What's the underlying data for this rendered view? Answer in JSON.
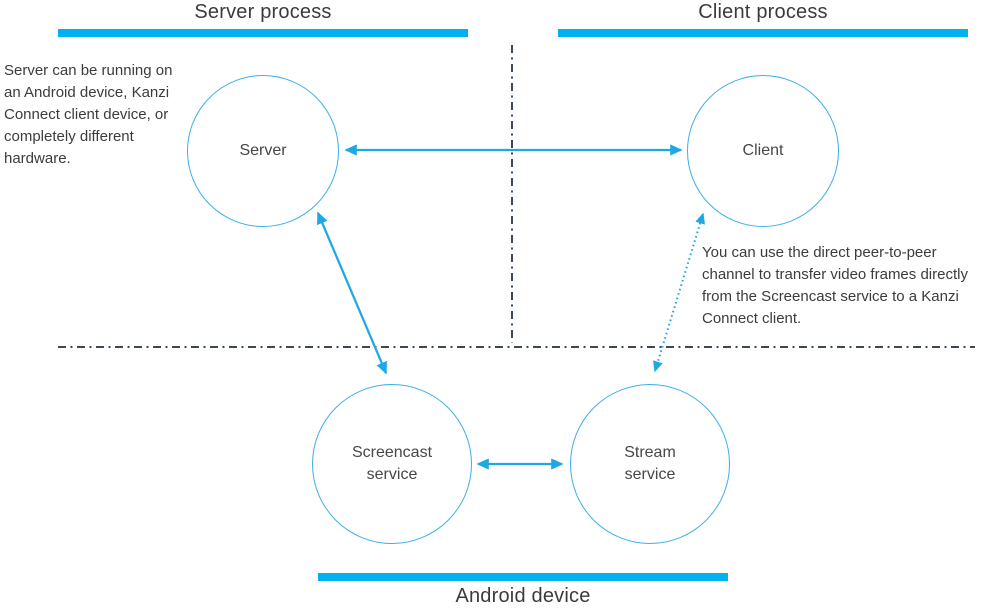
{
  "colors": {
    "bar": "#00b0f0",
    "arrow": "#1ea9e6",
    "circle": "#3bb0e8",
    "divider": "#3d4857",
    "titleText": "#3b3b3b",
    "bodyText": "#3c3c3c",
    "labelText": "#474747"
  },
  "headers": {
    "server_process": "Server process",
    "client_process": "Client process",
    "android_device": "Android device"
  },
  "nodes": {
    "server": {
      "label": "Server"
    },
    "client": {
      "label": "Client"
    },
    "screencast": {
      "line1": "Screencast",
      "line2": "service"
    },
    "stream": {
      "line1": "Stream",
      "line2": "service"
    }
  },
  "annotations": {
    "server_note": {
      "lines": [
        "Server can be running on",
        "an Android device, Kanzi",
        "Connect client device, or",
        "completely different",
        "hardware."
      ]
    },
    "p2p_note": {
      "lines": [
        "You can use the direct peer-to-peer",
        "channel to transfer video frames directly",
        "from the Screencast service to a Kanzi",
        "Connect client."
      ]
    }
  },
  "connections": [
    {
      "from": "Server",
      "to": "Client",
      "style": "solid",
      "bidirectional": true
    },
    {
      "from": "Server",
      "to": "Screencast service",
      "style": "solid",
      "bidirectional": true
    },
    {
      "from": "Screencast service",
      "to": "Stream service",
      "style": "solid",
      "bidirectional": true
    },
    {
      "from": "Client",
      "to": "Stream service",
      "style": "dotted",
      "bidirectional": true
    }
  ]
}
